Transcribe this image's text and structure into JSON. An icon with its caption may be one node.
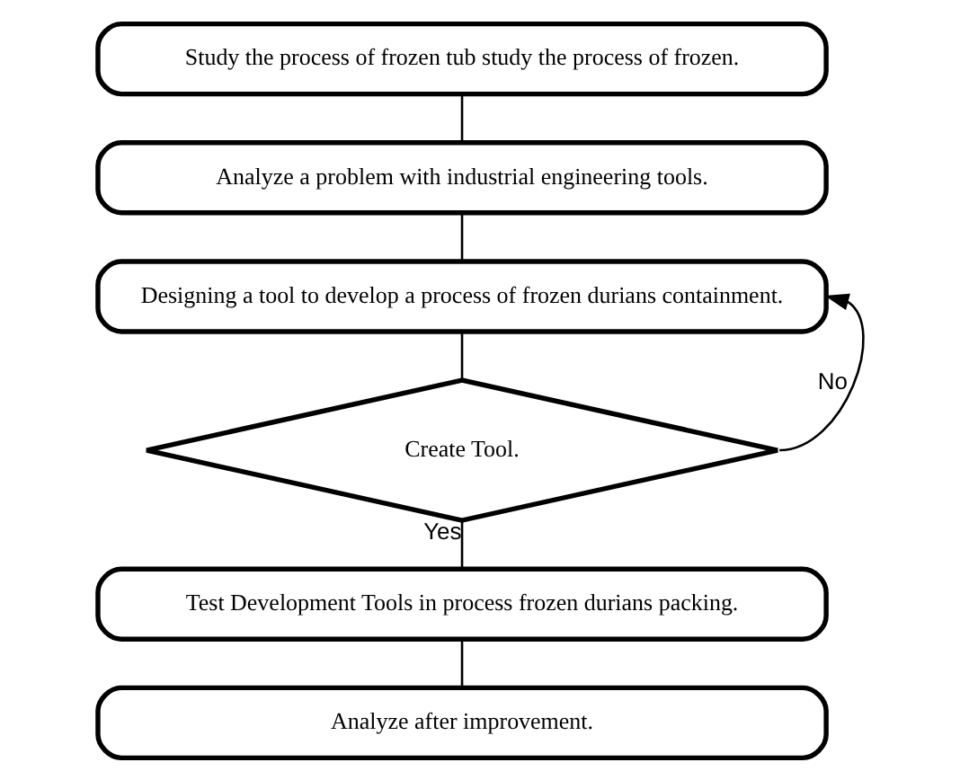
{
  "diagram": {
    "nodes": [
      {
        "text": [
          "Study the process of frozen tub study the process of frozen."
        ]
      },
      {
        "text": [
          "Analyze a problem with industrial engineering tools."
        ]
      },
      {
        "text": [
          "Designing a tool to develop a process of frozen durians containment."
        ]
      },
      {
        "text": [
          "Create Tool."
        ]
      },
      {
        "text": [
          "Test Development Tools in process frozen durians packing."
        ]
      },
      {
        "text": [
          "Analyze after improvement."
        ]
      }
    ],
    "edges": [
      {
        "from": 0,
        "to": 1,
        "arrow": "none"
      },
      {
        "from": 1,
        "to": 2,
        "arrow": "none"
      },
      {
        "from": 2,
        "to": 3,
        "arrow": "none"
      },
      {
        "from": 3,
        "to": 4,
        "arrow": "none",
        "label": "Yes"
      },
      {
        "from": 4,
        "to": 5,
        "arrow": "none"
      },
      {
        "from": 3,
        "to": 2,
        "arrow": "to",
        "label": "No"
      }
    ]
  }
}
